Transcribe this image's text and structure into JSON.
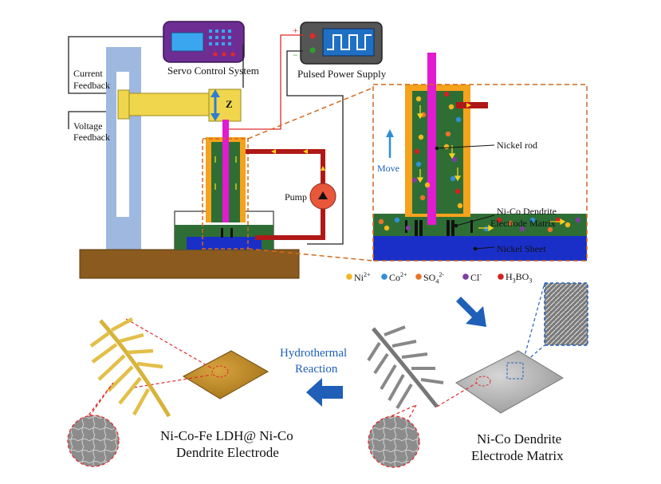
{
  "labels": {
    "servo": "Servo Control System",
    "pulsed": "Pulsed Power Supply",
    "current_feedback_1": "Current",
    "current_feedback_2": "Feedback",
    "voltage_feedback_1": "Voltage",
    "voltage_feedback_2": "Feedback",
    "z_axis": "Z",
    "pump": "Pump",
    "plus": "+",
    "minus": "−",
    "move": "Move",
    "nickel_rod": "Nickel rod",
    "dendrite_matrix_1": "Ni-Co Dendrite",
    "dendrite_matrix_2": "Electrode Matrix",
    "nickel_sheet": "Nickel Sheet",
    "hydrothermal_1": "Hydrothermal",
    "hydrothermal_2": "Reaction",
    "final_electrode_1": "Ni-Co-Fe LDH@ Ni-Co",
    "final_electrode_2": "Dendrite Electrode",
    "matrix_caption_1": "Ni-Co Dendrite",
    "matrix_caption_2": "Electrode Matrix"
  },
  "legend": [
    {
      "base": "Ni",
      "sup": "2+",
      "sub": "",
      "color": "#f5b51f"
    },
    {
      "base": "Co",
      "sup": "2+",
      "sub": "",
      "color": "#2f8fd8"
    },
    {
      "base": "SO",
      "sub": "4",
      "sup": "2-",
      "color": "#e8742a"
    },
    {
      "base": "Cl",
      "sup": "-",
      "sub": "",
      "color": "#7b3fa0"
    },
    {
      "base": "H",
      "sub": "3",
      "sup": "",
      "tail": "BO",
      "tail_sub": "3",
      "color": "#d62020"
    }
  ],
  "colors": {
    "electrolyte": "#2e6e35",
    "frame": "#f5a21c",
    "rod": "#e11bcf",
    "sheet": "#1a2fc8",
    "base": "#8a5a1e",
    "pipe": "#b01818",
    "arrow_blue": "#1f5fb8",
    "pump": "#e8573a"
  }
}
